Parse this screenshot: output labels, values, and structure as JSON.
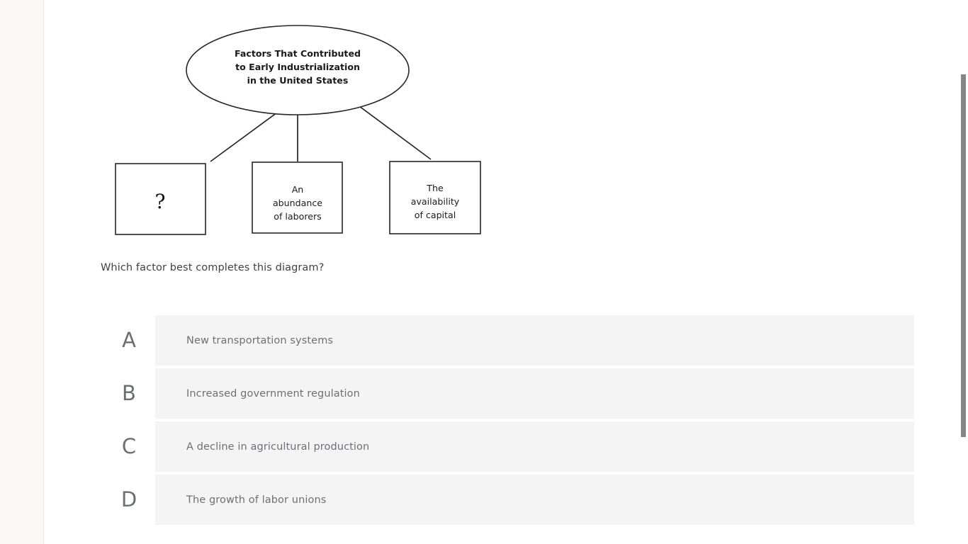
{
  "diagram": {
    "center_label": "Factors That Contributed to Early Industrialization in the United States",
    "center_lines": [
      "Factors That Contributed",
      "to Early Industrialization",
      "in the United States"
    ],
    "branches": [
      {
        "id": "unknown",
        "lines": [
          "?"
        ],
        "text": "?"
      },
      {
        "id": "laborers",
        "lines": [
          "An",
          "abundance",
          "of laborers"
        ],
        "text": "An abundance of laborers"
      },
      {
        "id": "capital",
        "lines": [
          "The",
          "availability",
          "of capital"
        ],
        "text": "The availability of capital"
      }
    ]
  },
  "question": {
    "prompt": "Which factor best completes this diagram?"
  },
  "options": [
    {
      "letter": "A",
      "text": "New transportation systems"
    },
    {
      "letter": "B",
      "text": "Increased government regulation"
    },
    {
      "letter": "C",
      "text": "A decline in agricultural production"
    },
    {
      "letter": "D",
      "text": "The growth of labor unions"
    }
  ],
  "colors": {
    "page_background": "#ffffff",
    "rail_background": "#faf9f7",
    "option_background": "#f4f4f4",
    "option_letter_background": "#ffffff",
    "option_text": "#6c7075",
    "prompt_text": "#3f4144",
    "diagram_stroke": "#262626",
    "scrollbar_thumb": "#868686"
  }
}
